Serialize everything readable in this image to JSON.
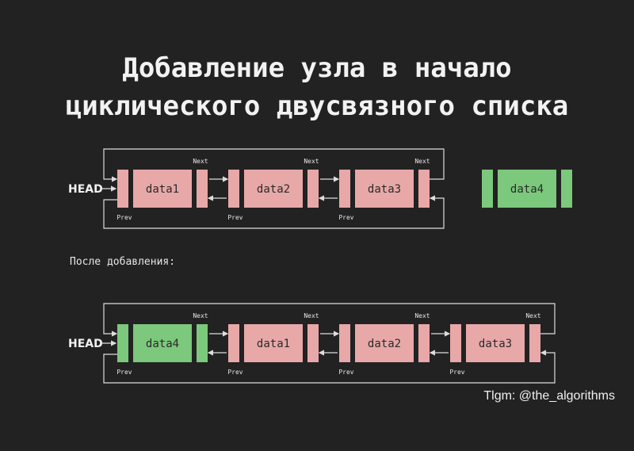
{
  "title": {
    "line1": "Добавление узла в начало",
    "line2": "циклического двусвязного списка"
  },
  "caption": "После добавления:",
  "credit": "Tlgm: @the_algorithms",
  "colors": {
    "background": "#222222",
    "node_existing": "#e8a8a8",
    "node_new": "#7cc87c",
    "line": "#dddddd"
  },
  "before": {
    "head_label": "HEAD",
    "next_label": "Next",
    "prev_label": "Prev",
    "nodes": [
      "data1",
      "data2",
      "data3"
    ],
    "detached_node": "data4"
  },
  "after": {
    "head_label": "HEAD",
    "next_label": "Next",
    "prev_label": "Prev",
    "nodes": [
      "data4",
      "data1",
      "data2",
      "data3"
    ],
    "new_node": "data4"
  }
}
